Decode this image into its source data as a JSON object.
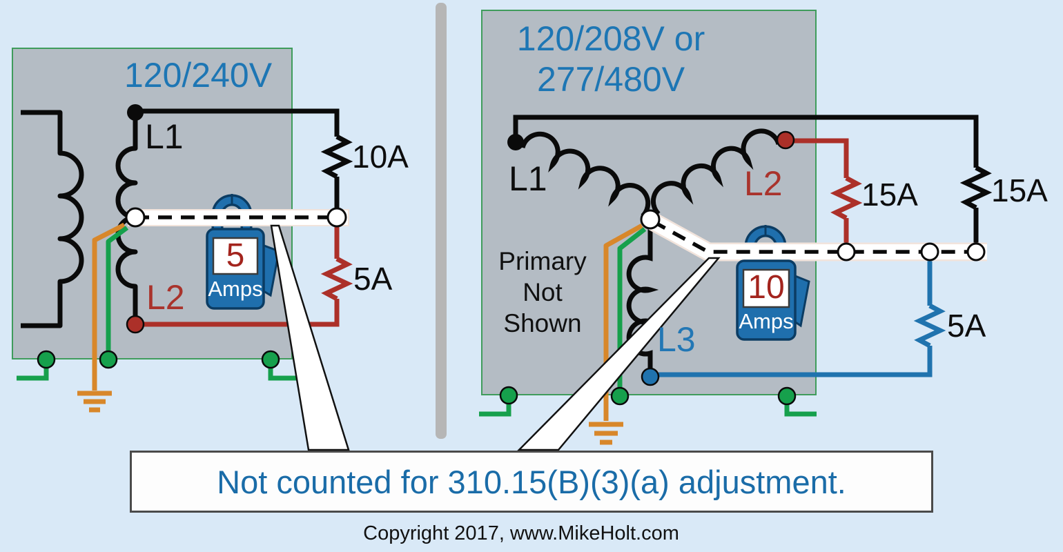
{
  "colors": {
    "background": "#d9e9f7",
    "panel_gray": "#b4bcc4",
    "panel_border_green": "#3f9c5c",
    "divider_gray": "#b6b6b6",
    "title_blue": "#1d76b4",
    "callout_blue": "#1a6ca8",
    "wire_black": "#0a0a0a",
    "wire_red": "#ac3029",
    "wire_green": "#16a04c",
    "wire_orange": "#d8872a",
    "wire_blue": "#2073ae",
    "clamp_blue": "#1f6fad",
    "clamp_dark": "#0b3c63",
    "clamp_number_red": "#a3241d",
    "neutral_white": "#ffffff"
  },
  "left_diagram": {
    "title": "120/240V",
    "l1_label": "L1",
    "l2_label": "L2",
    "resistor_top_label": "10A",
    "resistor_bottom_label": "5A",
    "clamp": {
      "value": "5",
      "unit": "Amps"
    }
  },
  "right_diagram": {
    "title_line1": "120/208V or",
    "title_line2": "277/480V",
    "l1_label": "L1",
    "l2_label": "L2",
    "l3_label": "L3",
    "primary_note_line1": "Primary",
    "primary_note_line2": "Not",
    "primary_note_line3": "Shown",
    "resistor_l2_label": "15A",
    "resistor_line_label": "15A",
    "resistor_l3_label": "5A",
    "clamp": {
      "value": "10",
      "unit": "Amps"
    }
  },
  "callout": {
    "text": "Not counted for 310.15(B)(3)(a) adjustment."
  },
  "footer": {
    "copyright": "Copyright 2017, www.MikeHolt.com"
  }
}
